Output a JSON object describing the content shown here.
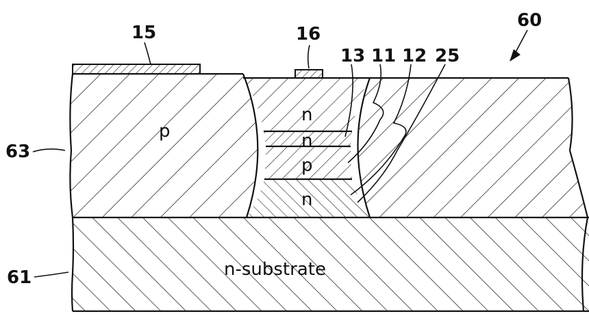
{
  "figure": {
    "refs": {
      "r60": "60",
      "r15": "15",
      "r16": "16",
      "r13": "13",
      "r11": "11",
      "r12": "12",
      "r25": "25",
      "r63": "63",
      "r61": "61"
    },
    "regions": {
      "p_region": "p",
      "n_top": "n",
      "n_mid": "n",
      "p_mid": "p",
      "n_bottom": "n",
      "substrate": "n-substrate"
    }
  }
}
